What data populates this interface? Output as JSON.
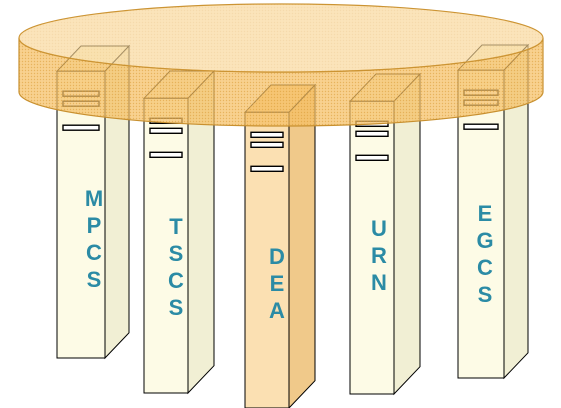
{
  "towers": [
    {
      "id": "mpcs",
      "label": "MPCS",
      "letters": [
        "M",
        "P",
        "C",
        "S"
      ],
      "highlighted": false
    },
    {
      "id": "tscs",
      "label": "TSCS",
      "letters": [
        "T",
        "S",
        "C",
        "S"
      ],
      "highlighted": false
    },
    {
      "id": "dea",
      "label": "DEA",
      "letters": [
        "D",
        "E",
        "A"
      ],
      "highlighted": true
    },
    {
      "id": "urn",
      "label": "URN",
      "letters": [
        "U",
        "R",
        "N"
      ],
      "highlighted": false
    },
    {
      "id": "egcs",
      "label": "EGCS",
      "letters": [
        "E",
        "G",
        "C",
        "S"
      ],
      "highlighted": false
    }
  ],
  "colors": {
    "tower_fill": "#fdfbe6",
    "tower_highlight_fill": "#fbe0b2",
    "tower_stroke": "#000000",
    "letter_color": "#2b8ba5",
    "ring_fill": "#f6c064",
    "ring_stroke": "#c8902f",
    "ring_top_fill": "#fbe3b6"
  }
}
